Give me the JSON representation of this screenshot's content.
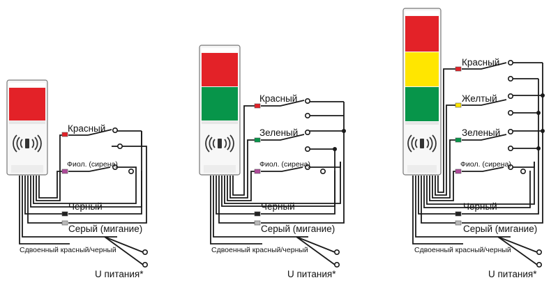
{
  "colors": {
    "red": "#e32228",
    "green": "#07954a",
    "yellow": "#ffe600",
    "wire": "#1a1a1a",
    "purple_terminal": "#b04a9a",
    "gray_terminal": "#b9b9b9",
    "black_terminal": "#222222",
    "body": "#f7f7f7"
  },
  "icons": {
    "siren": "sound-emitter-icon",
    "switch": "switch-contact-icon",
    "terminal": "wire-terminal-icon"
  },
  "labels": {
    "red": "Красный",
    "green": "Зеленый",
    "yellow": "Желтый",
    "siren": "Фиол. (сирена)",
    "black": "Черный",
    "gray": "Серый (мигание)",
    "dual": "Сдвоенный красный/черный",
    "power": "U питания*"
  },
  "towers": [
    {
      "name": "one-tier",
      "tiers": [
        "red"
      ]
    },
    {
      "name": "two-tier",
      "tiers": [
        "red",
        "green"
      ]
    },
    {
      "name": "three-tier",
      "tiers": [
        "red",
        "yellow",
        "green"
      ]
    }
  ]
}
